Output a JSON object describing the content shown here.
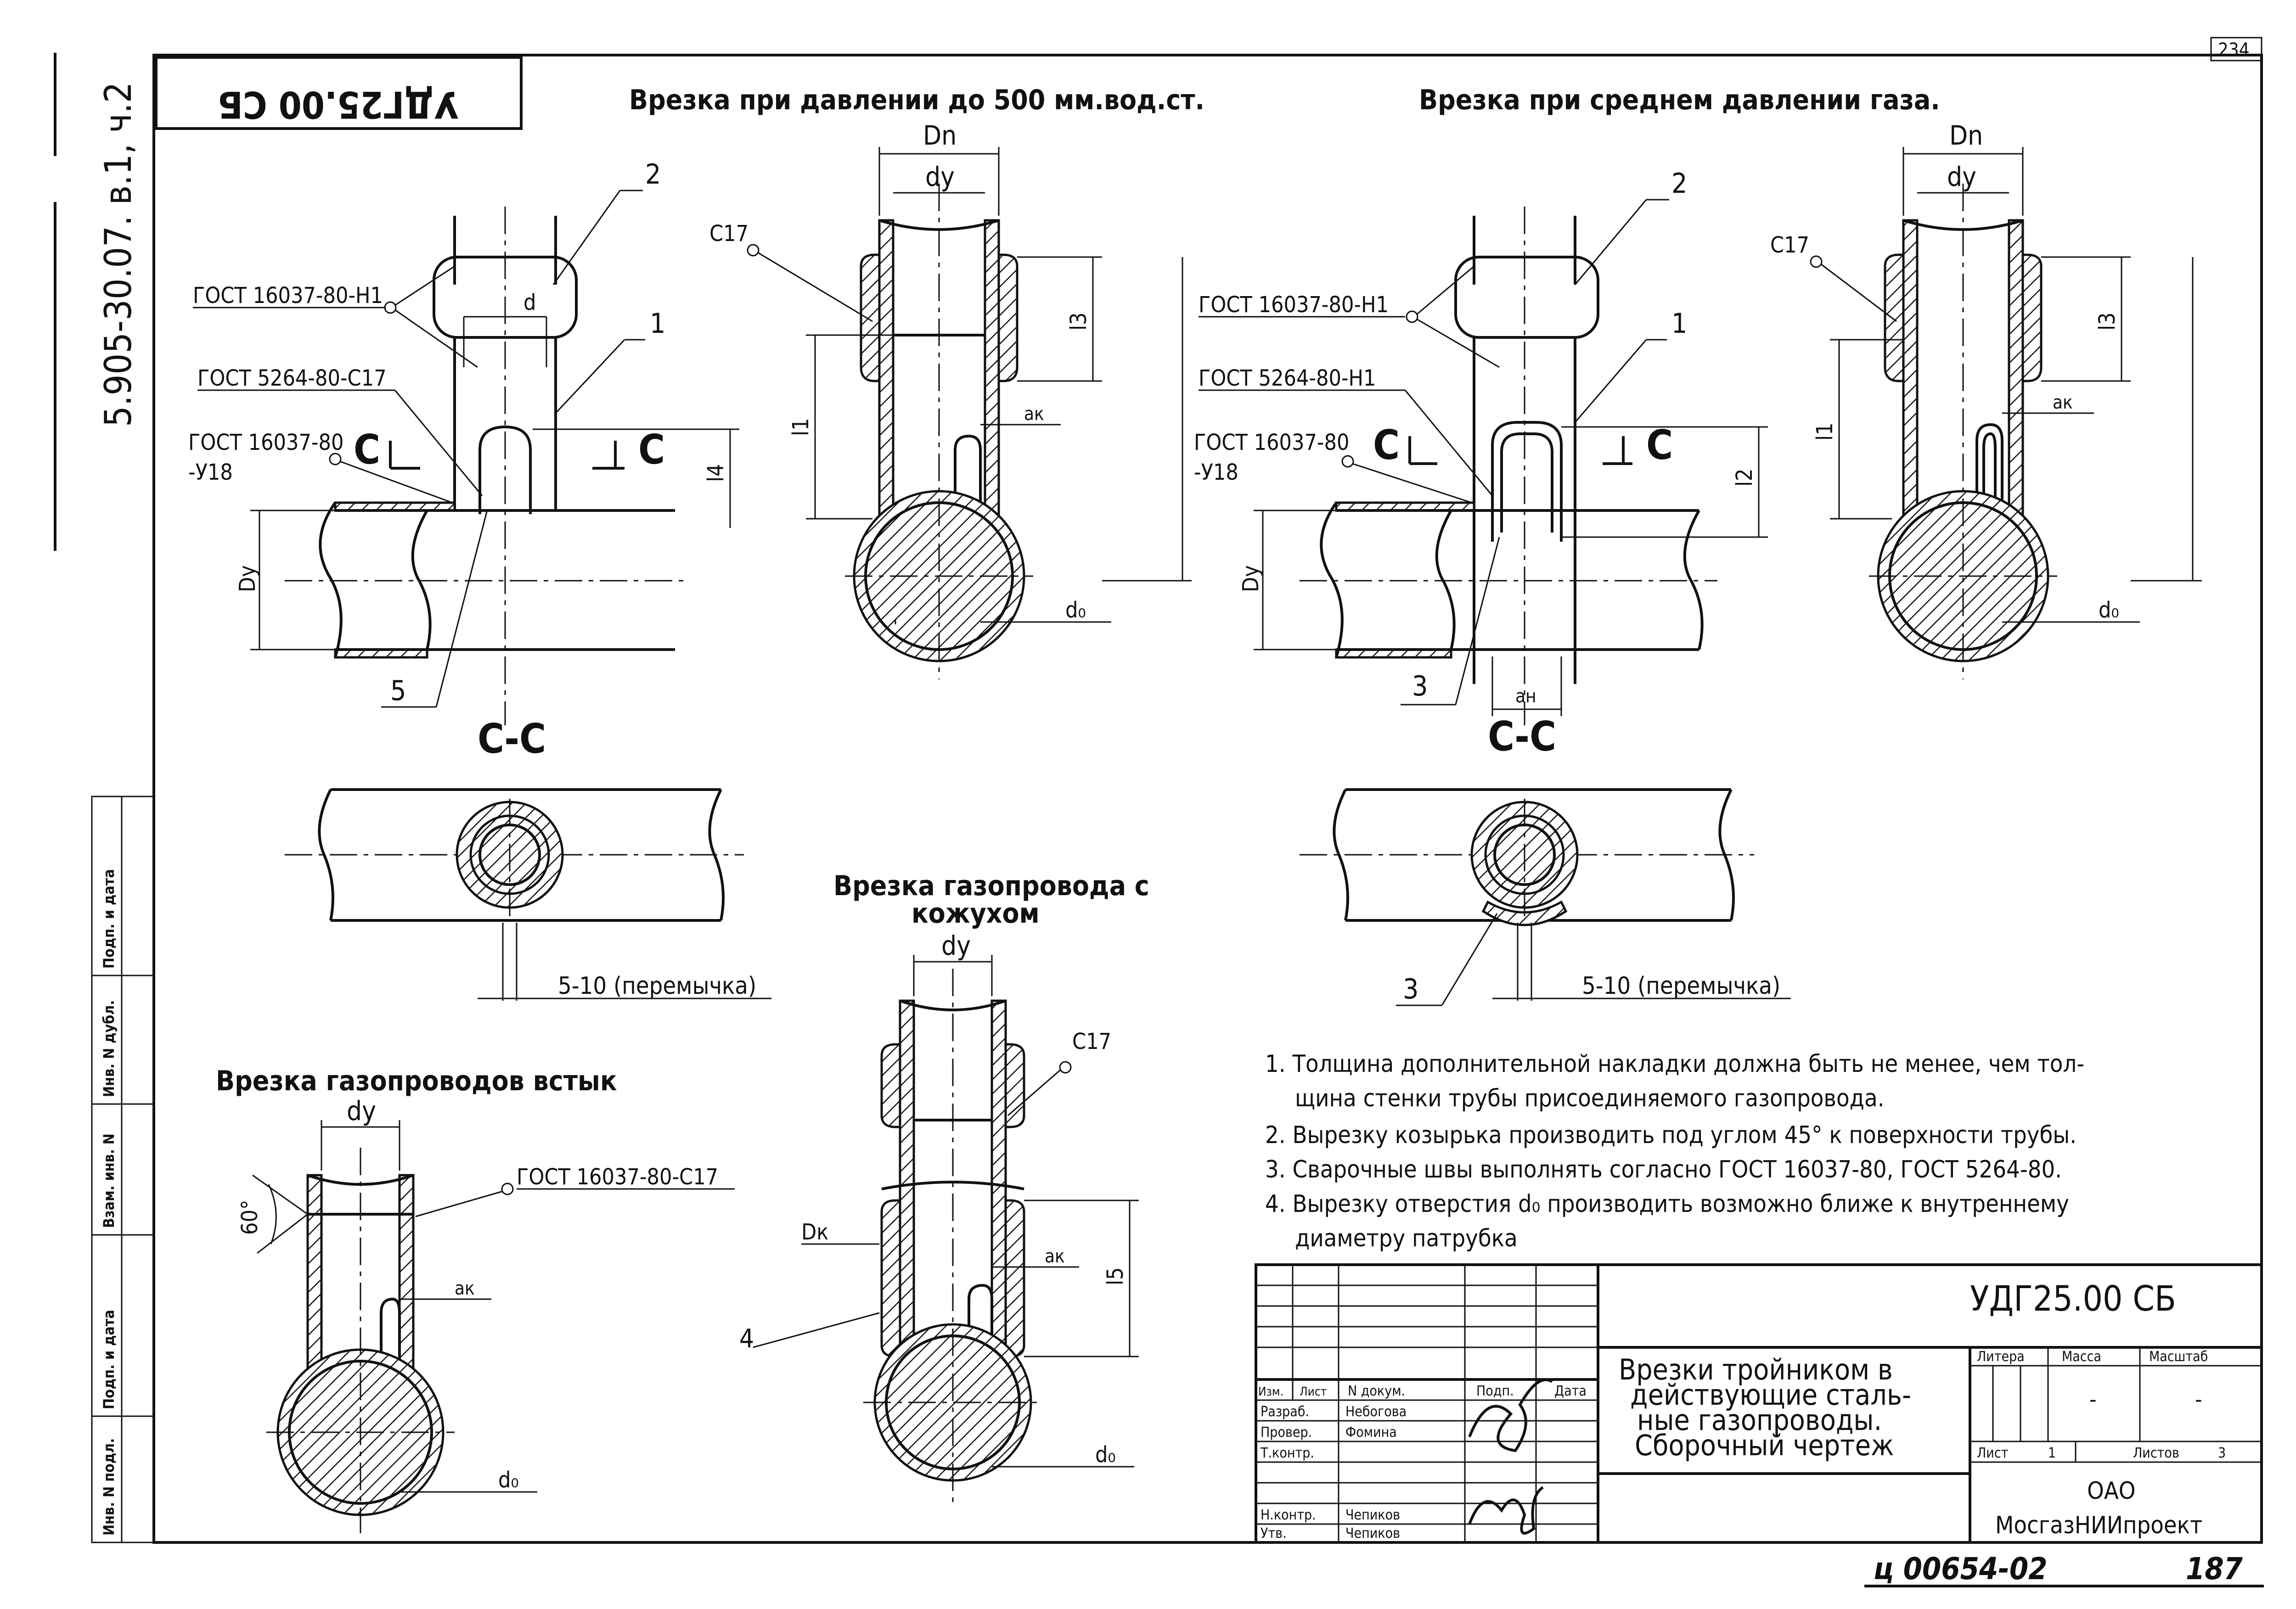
{
  "frame": {
    "sheet_number": "234",
    "side_code": "5.905-30.07. в.1, ч.2",
    "mirrored_code": "УДГ25.00 СБ"
  },
  "titles": {
    "low_pressure": "Врезка при давлении до 500 мм.вод.ст.",
    "medium_pressure": "Врезка при среднем давлении газа.",
    "with_casing": [
      "Врезка газопровода с",
      "кожухом"
    ],
    "butt": "Врезка газопроводов встык"
  },
  "labels": {
    "gost_h1": "ГОСТ 16037-80-Н1",
    "gost_5264_c17": "ГОСТ 5264-80-С17",
    "gost_5264_h1": "ГОСТ 5264-80-Н1",
    "gost_16037_80": "ГОСТ 16037-80",
    "u18": "-У18",
    "gost_c17": "ГОСТ 16037-80-С17",
    "section_mark": "С",
    "section_view": "С-С",
    "c17": "С17",
    "dn": "Dn",
    "dy": "dy",
    "d": "d",
    "d0": "d₀",
    "ak": "ак",
    "an": "ан",
    "dk": "Dк",
    "Dy": "Dy",
    "l1": "l1",
    "l2": "l2",
    "l3": "l3",
    "l4": "l4",
    "l5": "l5",
    "angle": "60°",
    "jumper": "5-10 (перемычка)",
    "n1": "1",
    "n2": "2",
    "n3": "3",
    "n4": "4",
    "n5": "5"
  },
  "notes": [
    "1. Толщина дополнительной накладки должна быть не менее, чем тол-",
    "щина стенки трубы присоединяемого газопровода.",
    "2. Вырезку козырька производить под углом 45° к поверхности трубы.",
    "3. Сварочные швы выполнять согласно ГОСТ 16037-80, ГОСТ 5264-80.",
    "4. Вырезку отверстия d₀ производить возможно ближе к внутреннему",
    "диаметру патрубка"
  ],
  "title_block": {
    "designation": "УДГ25.00 СБ",
    "name": [
      "Врезки тройником в",
      "действующие сталь-",
      "ные газопроводы.",
      "Сборочный чертеж"
    ],
    "col_headers": [
      "Изм.",
      "Лист",
      "N докум.",
      "Подп.",
      "Дата"
    ],
    "roles": [
      "Разраб.",
      "Провер.",
      "Т.контр.",
      "",
      "Н.контр.",
      "Утв."
    ],
    "names": [
      "Небогова",
      "Фомина",
      "",
      "",
      "Чепиков",
      "Чепиков"
    ],
    "litera_label": "Литера",
    "mass_label": "Масса",
    "scale_label": "Масштаб",
    "mass_value": "-",
    "scale_value": "-",
    "sheet_label": "Лист",
    "sheet_value": "1",
    "sheets_label": "Листов",
    "sheets_value": "3",
    "org_line1": "ОАО",
    "org_line2": "МосгазНИИпроект",
    "archive_no": "ц 00654-02",
    "archive_page": "187"
  },
  "left_strip": [
    "Подп. и дата",
    "Инв. N дубл.",
    "Взам. инв. N",
    "Подп. и дата",
    "Инв. N подл."
  ]
}
